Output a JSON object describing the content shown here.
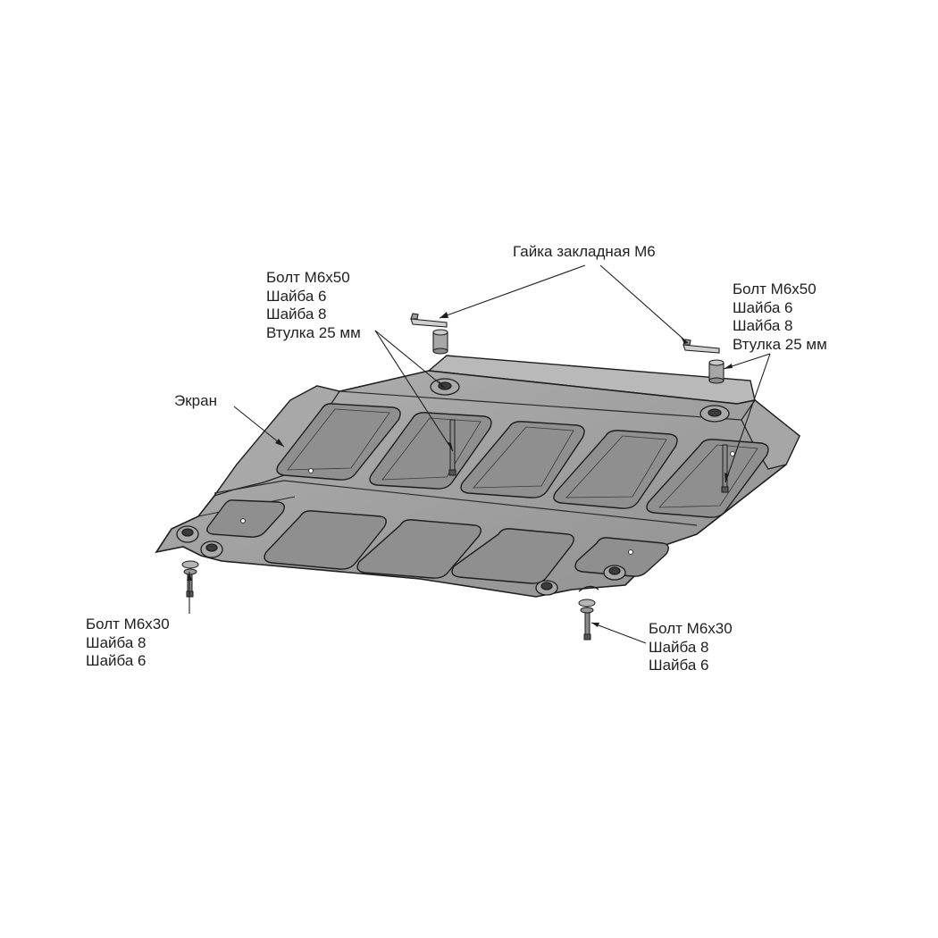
{
  "callouts": {
    "nut": [
      "Гайка закладная М6"
    ],
    "bolt_top_left": [
      "Болт М6х50",
      "Шайба 6",
      "Шайба 8",
      "Втулка 25 мм"
    ],
    "bolt_top_right": [
      "Болт М6х50",
      "Шайба 6",
      "Шайба 8",
      "Втулка 25 мм"
    ],
    "screen": [
      "Экран"
    ],
    "bolt_bottom_left": [
      "Болт М6х30",
      "Шайба 8",
      "Шайба 6"
    ],
    "bolt_bottom_right": [
      "Болт М6х30",
      "Шайба 8",
      "Шайба 6"
    ]
  },
  "colors": {
    "plate_fill": "#9a9a9a",
    "plate_light": "#b4b4b4",
    "plate_dark": "#7e7e7e",
    "outline": "#1e1e1e",
    "leader": "#1e1e1e"
  }
}
